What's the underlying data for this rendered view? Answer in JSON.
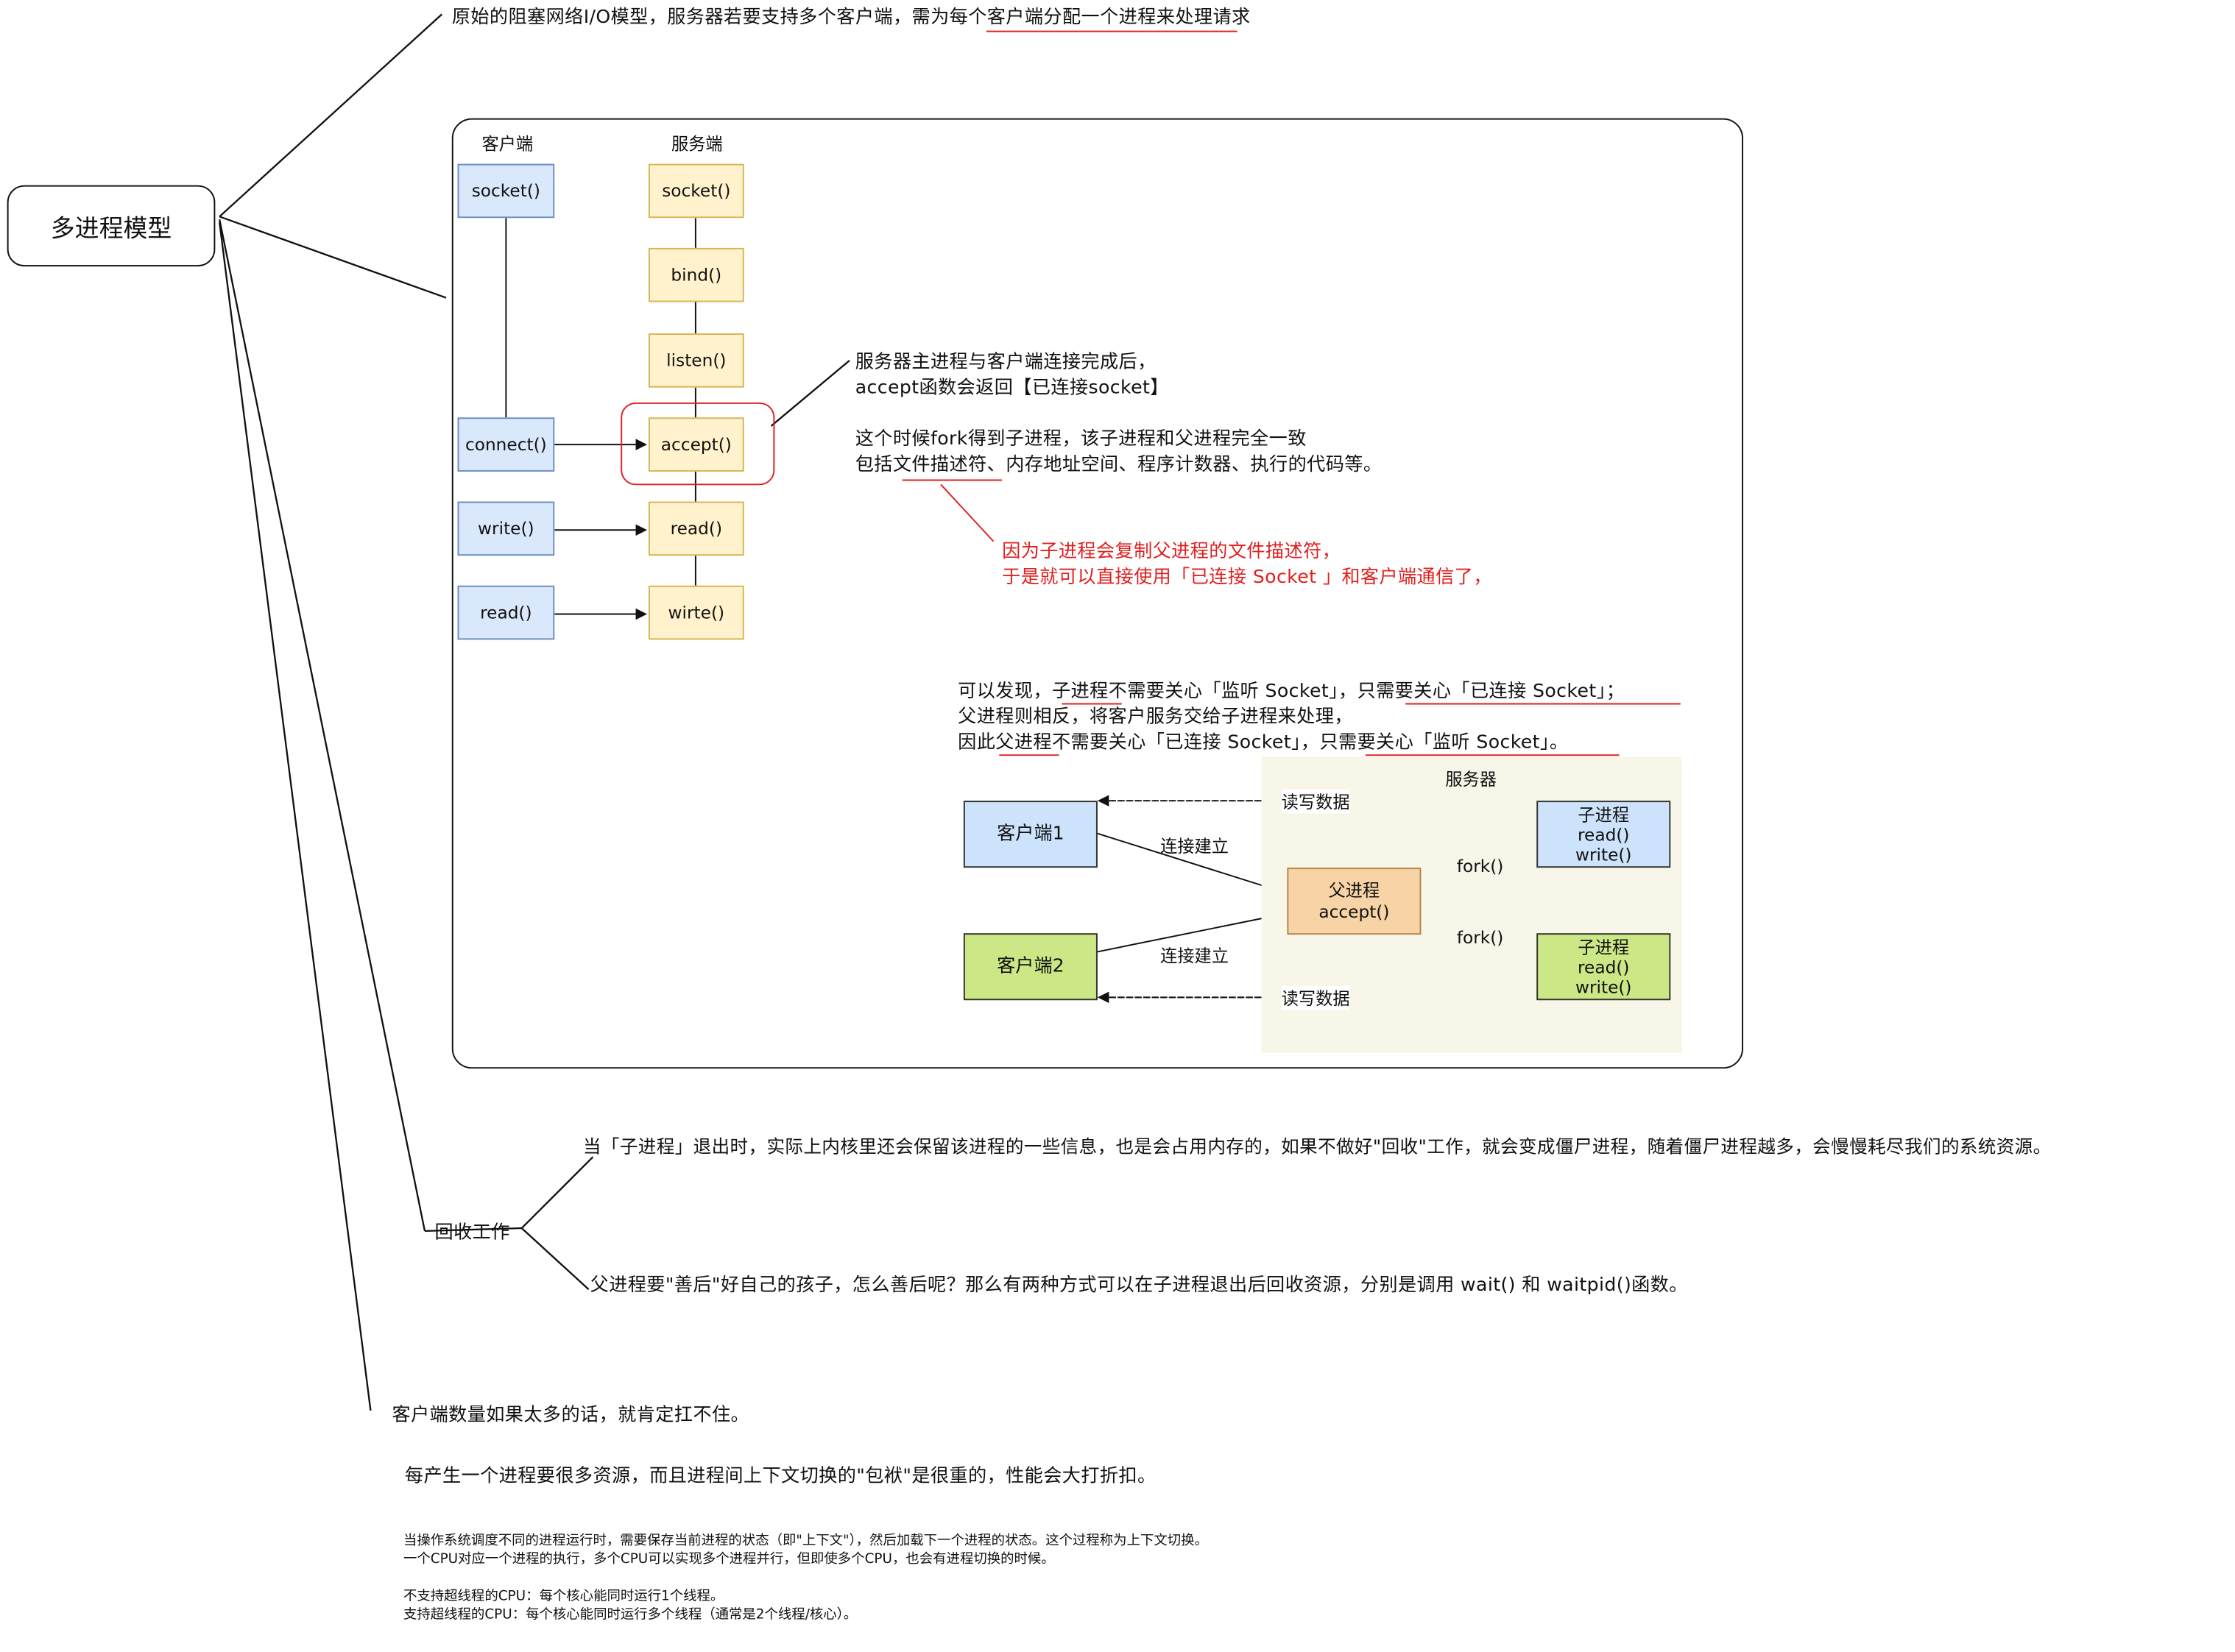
{
  "root": {
    "title": "多进程模型"
  },
  "intro": {
    "text_a": "原始的阻塞网络I/O模型，服务器若要支持多个客户端，",
    "text_b": "需为每个客户端分配一个进程",
    "text_c": "来处理请求"
  },
  "flow": {
    "client_header": "客户端",
    "server_header": "服务端",
    "client_steps": [
      "socket()",
      "connect()",
      "write()",
      "read()"
    ],
    "server_steps": [
      "socket()",
      "bind()",
      "listen()",
      "accept()",
      "read()",
      "wirte()"
    ]
  },
  "accept_note": {
    "line1": "服务器主进程与客户端连接完成后，",
    "line2": "accept函数会返回【已连接socket】",
    "line3": "这个时候fork得到子进程，该子进程和父进程完全一致",
    "line4_a": "包括",
    "line4_b": "文件描述符",
    "line4_c": "、内存地址空间、程序计数器、执行的代码等。"
  },
  "red_note": {
    "line1": "因为子进程会复制父进程的文件描述符，",
    "line2": "于是就可以直接使用「已连接 Socket 」和客户端通信了，"
  },
  "observation": {
    "l1_a": "可以发现，",
    "l1_b": "子进程",
    "l1_c": "不需要关心「监听 Socket」，",
    "l1_d": "只需要关心「已连接 Socket」",
    "l1_e": "；",
    "l2": "父进程则相反，将客户服务交给子进程来处理，",
    "l3_a": "因此",
    "l3_b": "父进程",
    "l3_c": "不需要关心「已连接 Socket」，",
    "l3_d": "只需要关心「监听 Socket」",
    "l3_e": "。"
  },
  "fork_diagram": {
    "server_label": "服务器",
    "client1": "客户端1",
    "client2": "客户端2",
    "parent_l1": "父进程",
    "parent_l2": "accept()",
    "child_l1": "子进程",
    "child_l2": "read()",
    "child_l3": "write()",
    "conn_label": "连接建立",
    "fork_label": "fork()",
    "rw_label": "读写数据"
  },
  "reclaim": {
    "title": "回收工作",
    "line1": "当「子进程」退出时，实际上内核里还会保留该进程的一些信息，也是会占用内存的，如果不做好\"回收\"工作，就会变成僵尸进程，随着僵尸进程越多，会慢慢耗尽我们的系统资源。",
    "line2": "父进程要\"善后\"好自己的孩子，怎么善后呢？那么有两种方式可以在子进程退出后回收资源，分别是调用 wait() 和 waitpid()函数。"
  },
  "limits": {
    "title": "客户端数量如果太多的话，就肯定扛不住。",
    "detail": "每产生一个进程要很多资源，而且进程间上下文切换的\"包袱\"是很重的，性能会大打折扣。",
    "note1": "当操作系统调度不同的进程运行时，需要保存当前进程的状态（即\"上下文\"），然后加载下一个进程的状态。这个过程称为上下文切换。",
    "note2": "一个CPU对应一个进程的执行，多个CPU可以实现多个进程并行，但即使多个CPU，也会有进程切换的时候。",
    "note3": "不支持超线程的CPU：每个核心能同时运行1个线程。",
    "note4": "支持超线程的CPU：每个核心能同时运行多个线程（通常是2个线程/核心）。"
  },
  "colors": {
    "accent_red": "#e02020",
    "client_blue": "#dae8fc",
    "server_yellow": "#fff2cc",
    "parent_orange": "#f8d3a6",
    "client2_green": "#cde68f",
    "server_area": "#f8f6e8"
  }
}
